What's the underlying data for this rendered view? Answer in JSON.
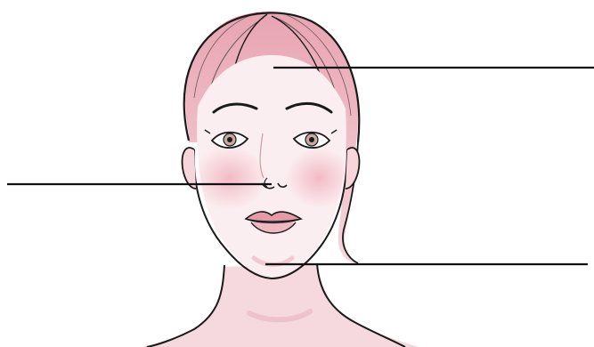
{
  "figure": {
    "subject": "face-sketch",
    "leader_lines": [
      {
        "id": "forehead",
        "side": "right"
      },
      {
        "id": "nose",
        "side": "left"
      },
      {
        "id": "chin",
        "side": "right"
      }
    ]
  },
  "colors": {
    "ink": "#1a1a1a",
    "skin_tint": "#f2c4cc",
    "hair_tint": "#e8a6b4",
    "background": "#ffffff"
  }
}
